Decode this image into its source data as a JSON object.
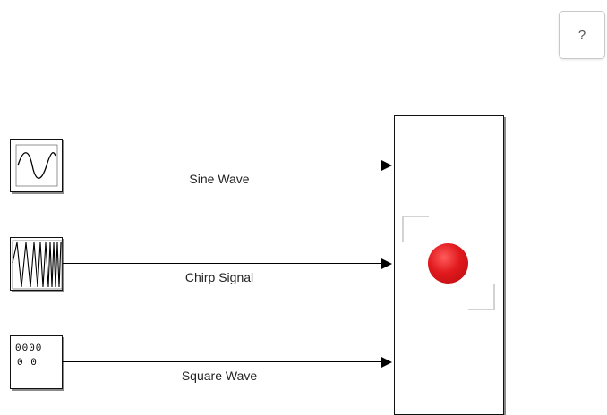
{
  "help_button": {
    "label": "?"
  },
  "blocks": {
    "sine": {
      "icon": "sine-wave-icon"
    },
    "chirp": {
      "icon": "chirp-signal-icon"
    },
    "square": {
      "icon": "square-wave-digital-icon",
      "digits_top": "0000",
      "digits_bottom": "0 0"
    },
    "scope": {
      "icon": "record-icon",
      "dot_color": "#e0191d"
    }
  },
  "signals": [
    {
      "label": "Sine Wave"
    },
    {
      "label": "Chirp Signal"
    },
    {
      "label": "Square Wave"
    }
  ]
}
